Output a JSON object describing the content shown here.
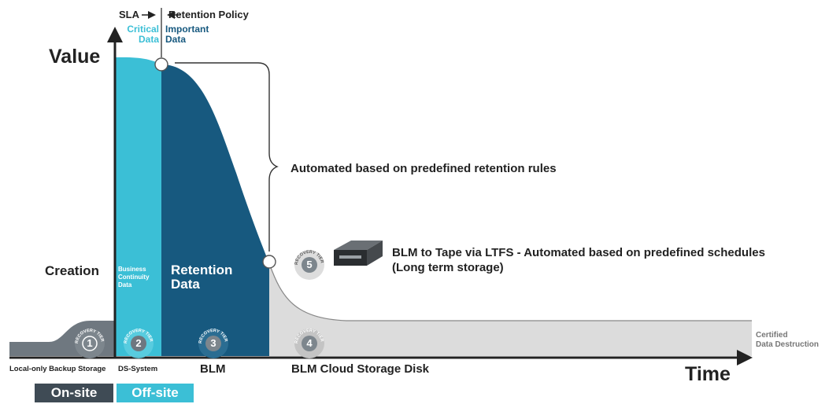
{
  "axes": {
    "value_label": "Value",
    "time_label": "Time"
  },
  "phases": {
    "sla": "SLA",
    "retention_policy": "Retention Policy",
    "critical_data": [
      "Critical",
      "Data"
    ],
    "important_data": [
      "Important",
      "Data"
    ]
  },
  "zones": {
    "creation": "Creation",
    "business_continuity": [
      "Business",
      "Continuity",
      "Data"
    ],
    "retention_data": [
      "Retention",
      "Data"
    ]
  },
  "annotations": {
    "automated_retention": "Automated based on predefined retention rules",
    "tape_line1": "BLM to Tape via LTFS - Automated based on predefined schedules",
    "tape_line2": "(Long term storage)",
    "certified_destruction": [
      "Certified",
      "Data Destruction"
    ]
  },
  "recovery_tiers": [
    {
      "number": "1",
      "label": "RECOVERY TIER"
    },
    {
      "number": "2",
      "label": "RECOVERY TIER"
    },
    {
      "number": "3",
      "label": "RECOVERY TIER"
    },
    {
      "number": "4",
      "label": "RECOVERY TIER"
    },
    {
      "number": "5",
      "label": "RECOVERY TIER"
    }
  ],
  "storage_labels": {
    "local": "Local-only Backup Storage",
    "ds": "DS-System",
    "blm": "BLM",
    "cloud": "BLM Cloud Storage Disk"
  },
  "sites": {
    "onsite": "On-site",
    "offsite": "Off-site"
  },
  "colors": {
    "critical": "#3bbfd6",
    "retention": "#17597f",
    "cloud_fill": "#dcdcdc",
    "onsite_band": "#3f4b55",
    "axis": "#222222"
  }
}
